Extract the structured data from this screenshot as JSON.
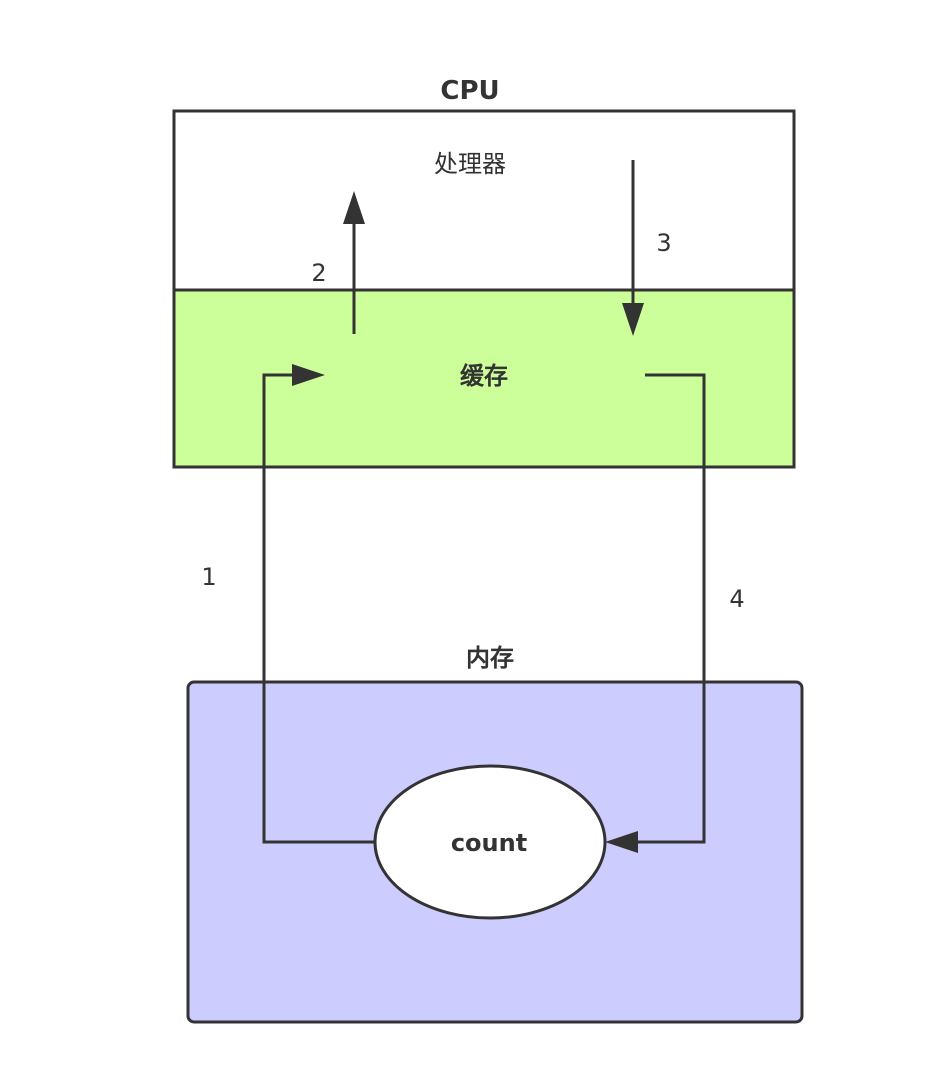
{
  "cpu": {
    "title": "CPU",
    "processor_label": "处理器",
    "cache_label": "缓存",
    "cache_color": "#ccff99"
  },
  "memory": {
    "title": "内存",
    "color": "#ccccff",
    "variable_label": "count"
  },
  "steps": {
    "step1": "1",
    "step2": "2",
    "step3": "3",
    "step4": "4"
  },
  "colors": {
    "stroke": "#333333",
    "text": "#333333",
    "background": "#ffffff"
  }
}
